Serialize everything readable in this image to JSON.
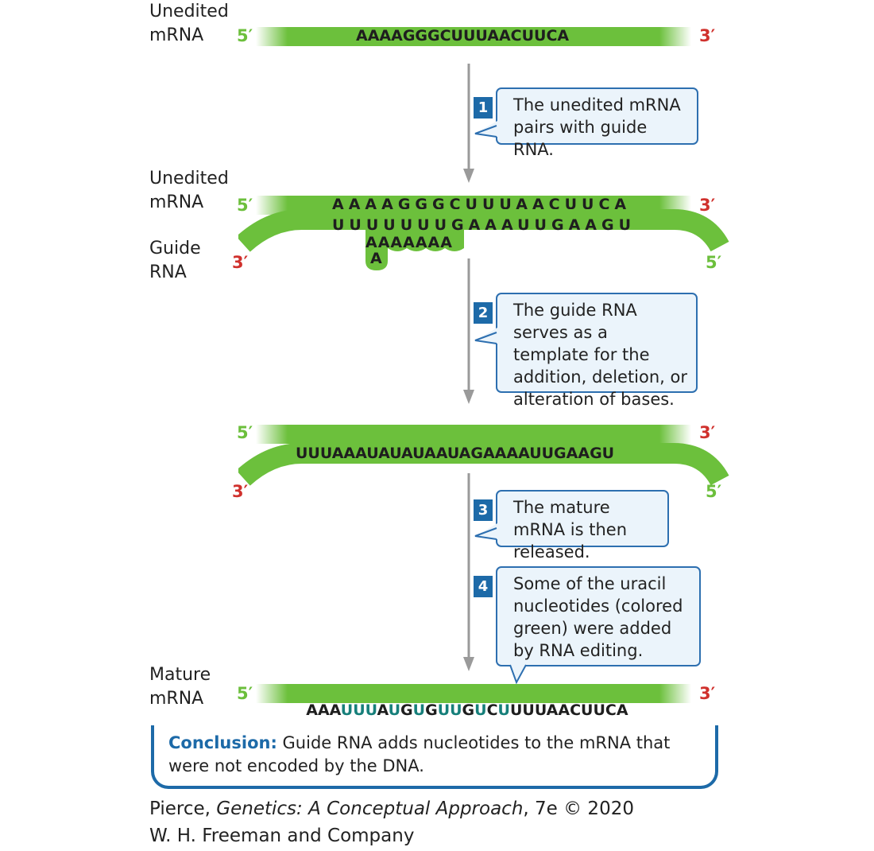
{
  "labels": {
    "unedited_mrna_1": "Unedited mRNA",
    "unedited_mrna_2": "Unedited mRNA",
    "guide_rna": "Guide RNA",
    "mature_mrna": "Mature mRNA"
  },
  "ends": {
    "five": "5′",
    "three": "3′"
  },
  "sequences": {
    "unedited": "AAAAGGGCUUUAACUUCA",
    "guide_top": "UUUUUUUGAAAUUGAAGU",
    "guide_loop": "AAAAAAA",
    "guide_loop_extra": "A",
    "edited_mrna": [
      "AAA",
      "UUU",
      "A",
      "U",
      "G",
      "U",
      "G",
      "UU",
      "G",
      "U",
      "C",
      "U",
      "UUUAACUUCA"
    ],
    "edited_guide": "UUUAAAUAUAUAAUAGAAAAUUGAAGU",
    "mature": [
      "AAA",
      "UUU",
      "A",
      "U",
      "G",
      "U",
      "G",
      "UU",
      "G",
      "U",
      "C",
      "U",
      "UUUAACUUCA"
    ]
  },
  "steps": [
    {
      "num": "1",
      "text": "The unedited mRNA pairs with guide RNA."
    },
    {
      "num": "2",
      "text": "The guide RNA serves as a template for the addition, deletion, or alteration of bases."
    },
    {
      "num": "3",
      "text": "The mature mRNA is then released."
    },
    {
      "num": "4",
      "text": "Some of the uracil nucleotides (colored green) were added by RNA editing."
    }
  ],
  "conclusion": {
    "lead": "Conclusion:",
    "text": " Guide RNA adds nucleotides to the mRNA that were not encoded by the DNA."
  },
  "credit": {
    "author": "Pierce, ",
    "title": "Genetics: A Conceptual Approach",
    "edition": ", 7e © 2020",
    "publisher": "W. H. Freeman and Company"
  },
  "colors": {
    "strand": "#6cc03c",
    "five_prime": "#6cbf3c",
    "three_prime": "#d0312d",
    "added_uracil": "#167f7a",
    "callout_border": "#2d6fb0",
    "callout_fill": "#ebf4fb",
    "step_number": "#1d6aa8"
  }
}
